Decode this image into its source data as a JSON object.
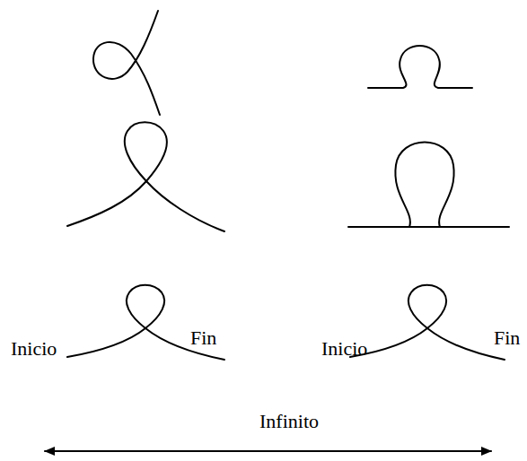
{
  "diagram": {
    "labels": [
      "Inicio",
      "Fin",
      "Inicio",
      "Fin",
      "Infinito"
    ]
  }
}
